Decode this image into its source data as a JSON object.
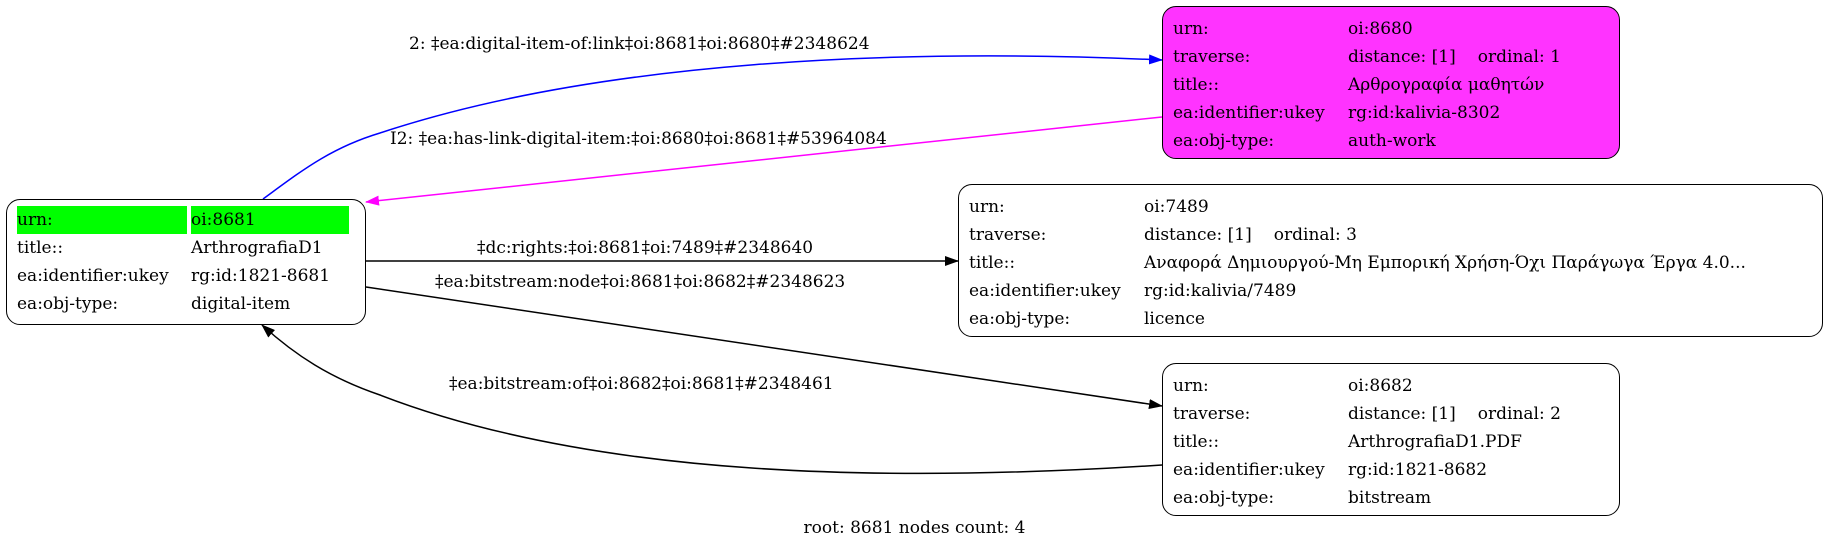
{
  "nodes": {
    "root": {
      "rows": [
        {
          "key": "urn:",
          "value": "oi:8681"
        },
        {
          "key": "title::",
          "value": "ArthrografiaD1"
        },
        {
          "key": "ea:identifier:ukey",
          "value": "rg:id:1821-8681"
        },
        {
          "key": "ea:obj-type:",
          "value": "digital-item"
        }
      ],
      "highlight_color": "#00ff00"
    },
    "n8680": {
      "urn_key": "urn:",
      "urn": "oi:8680",
      "traverse_key": "traverse:",
      "distance": "distance: [1]",
      "ordinal": "ordinal: 1",
      "title_key": "title::",
      "title": "Αρθρογραφία μαθητών",
      "ukey_key": "ea:identifier:ukey",
      "ukey": "rg:id:kalivia-8302",
      "type_key": "ea:obj-type:",
      "type": "auth-work",
      "fill": "#ff33ff"
    },
    "n7489": {
      "urn_key": "urn:",
      "urn": "oi:7489",
      "traverse_key": "traverse:",
      "distance": "distance: [1]",
      "ordinal": "ordinal: 3",
      "title_key": "title::",
      "title": "Αναφορά Δημιουργού-Μη Εμπορική Χρήση-Όχι Παράγωγα Έργα 4.0...",
      "ukey_key": "ea:identifier:ukey",
      "ukey": "rg:id:kalivia/7489",
      "type_key": "ea:obj-type:",
      "type": "licence"
    },
    "n8682": {
      "urn_key": "urn:",
      "urn": "oi:8682",
      "traverse_key": "traverse:",
      "distance": "distance: [1]",
      "ordinal": "ordinal: 2",
      "title_key": "title::",
      "title": "ArthrografiaD1.PDF",
      "ukey_key": "ea:identifier:ukey",
      "ukey": "rg:id:1821-8682",
      "type_key": "ea:obj-type:",
      "type": "bitstream"
    }
  },
  "edges": [
    {
      "label": "2: ‡ea:digital-item-of:link‡oi:8681‡oi:8680‡#2348624",
      "color": "#0000ff"
    },
    {
      "label": "I2: ‡ea:has-link-digital-item:‡oi:8680‡oi:8681‡#53964084",
      "color": "#ff00ff"
    },
    {
      "label": "‡dc:rights:‡oi:8681‡oi:7489‡#2348640",
      "color": "#000000"
    },
    {
      "label": "‡ea:bitstream:node‡oi:8681‡oi:8682‡#2348623",
      "color": "#000000"
    },
    {
      "label": "‡ea:bitstream:of‡oi:8682‡oi:8681‡#2348461",
      "color": "#000000"
    }
  ],
  "footer": "root: 8681 nodes count: 4"
}
